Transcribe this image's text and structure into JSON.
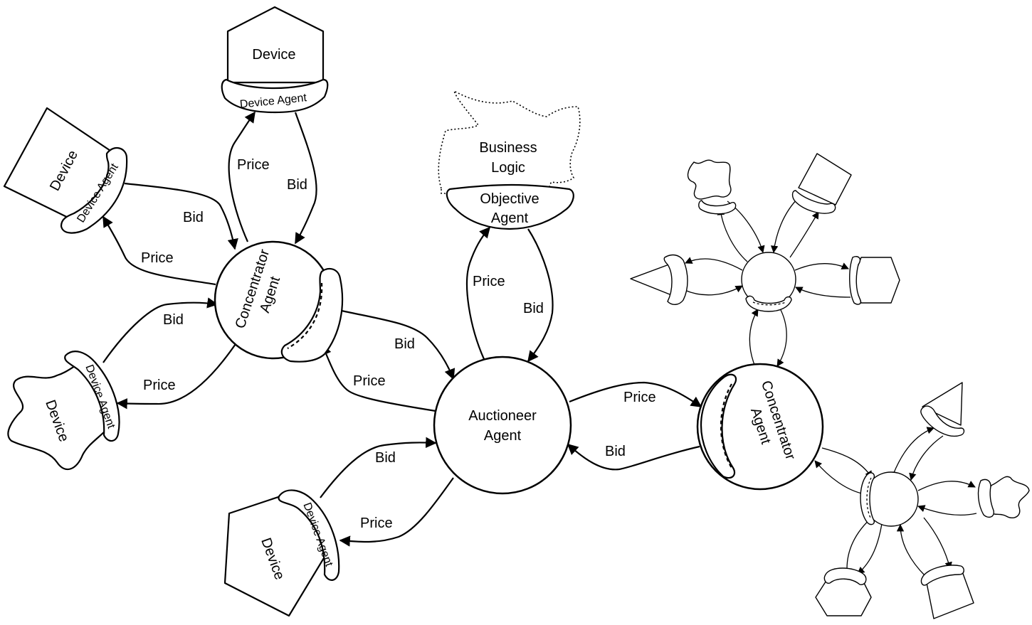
{
  "nodes": {
    "auctioneer": {
      "line1": "Auctioneer",
      "line2": "Agent"
    },
    "concentrator_left": {
      "line1": "Concentrator",
      "line2": "Agent"
    },
    "concentrator_right": {
      "line1": "Concentrator",
      "line2": "Agent"
    },
    "objective": {
      "line1": "Objective",
      "line2": "Agent",
      "logic_line1": "Business",
      "logic_line2": "Logic"
    },
    "device_top": {
      "device": "Device",
      "agent": "Device Agent"
    },
    "device_upper_left": {
      "device": "Device",
      "agent": "Device Agent"
    },
    "device_lower_left": {
      "device": "Device",
      "agent": "Device Agent"
    },
    "device_bottom": {
      "device": "Device",
      "agent": "Device Agent"
    }
  },
  "edges": {
    "top_price": "Price",
    "top_bid": "Bid",
    "upper_left_bid": "Bid",
    "upper_left_price": "Price",
    "lower_left_bid": "Bid",
    "lower_left_price": "Price",
    "conc_left_bid": "Bid",
    "conc_left_price": "Price",
    "objective_price": "Price",
    "objective_bid": "Bid",
    "conc_right_price": "Price",
    "conc_right_bid": "Bid",
    "bottom_bid": "Bid",
    "bottom_price": "Price"
  }
}
